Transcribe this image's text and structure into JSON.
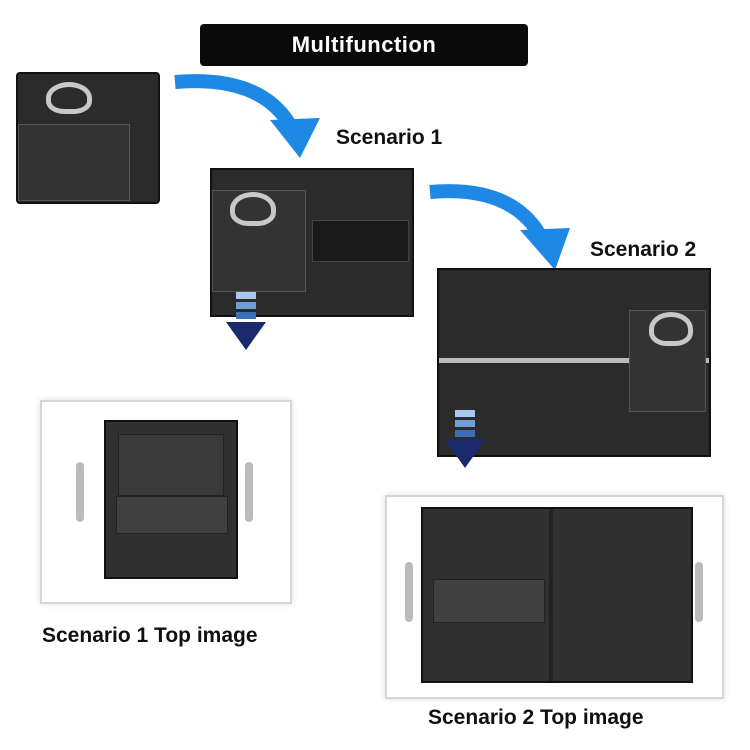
{
  "header": {
    "title": "Multifunction"
  },
  "labels": {
    "scenario1": "Scenario 1",
    "scenario2": "Scenario 2",
    "scenario1_top": "Scenario 1 Top image",
    "scenario2_top": "Scenario 2 Top image"
  },
  "colors": {
    "arrow": "#1e88e5",
    "down_arrow": "#1a2a6c",
    "bag": "#2b2b2b"
  }
}
